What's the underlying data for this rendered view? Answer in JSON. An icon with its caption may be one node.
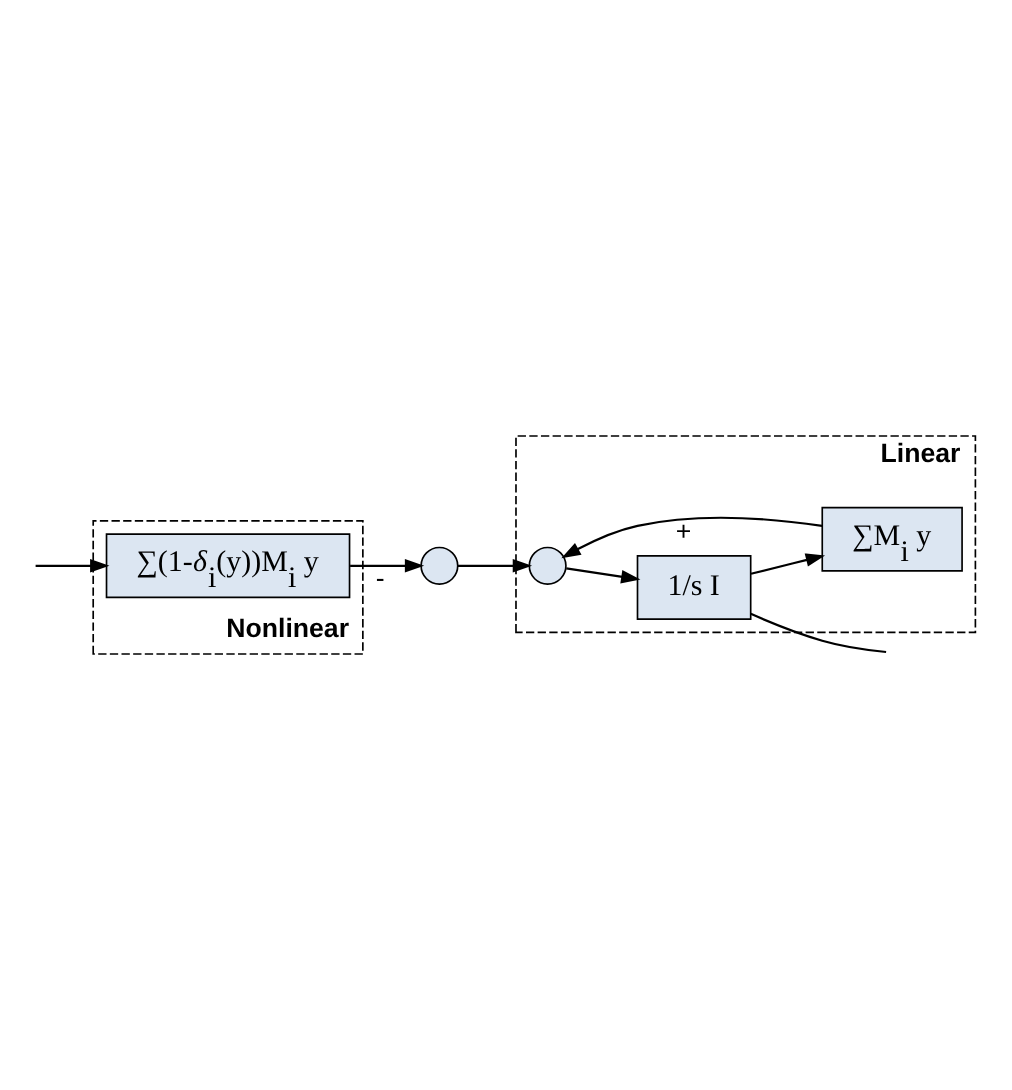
{
  "diagram": {
    "nodes": [
      {
        "text": [
          "Linear"
        ]
      },
      {
        "text": [],
        "shape": "circle"
      },
      {
        "text": [],
        "shape": "circle",
        "in": 0
      },
      {
        "text": [
          "1/s I"
        ],
        "in": 0
      },
      {
        "text": [
          "∑M$_{i}$ y"
        ],
        "in": 0
      },
      {
        "text": [
          "Nonlinear"
        ]
      },
      {
        "text": [
          "∑(1-*δ*$_{i}$(y))M$_{i}$ y"
        ],
        "in": 5
      }
    ],
    "edges": [
      {
        "from": 1,
        "to": 2,
        "arrow": "to"
      },
      {
        "from": 2,
        "to": 3,
        "arrow": "to"
      },
      {
        "from": 3,
        "to": null,
        "arrow": "none"
      },
      {
        "from": 3,
        "to": 4,
        "arrow": "to"
      },
      {
        "from": 4,
        "to": 2,
        "arrow": "to",
        "label": "+"
      },
      {
        "from": 6,
        "to": 1,
        "arrow": "to",
        "label": "-"
      },
      {
        "from": null,
        "to": 6,
        "arrow": "to"
      }
    ]
  }
}
